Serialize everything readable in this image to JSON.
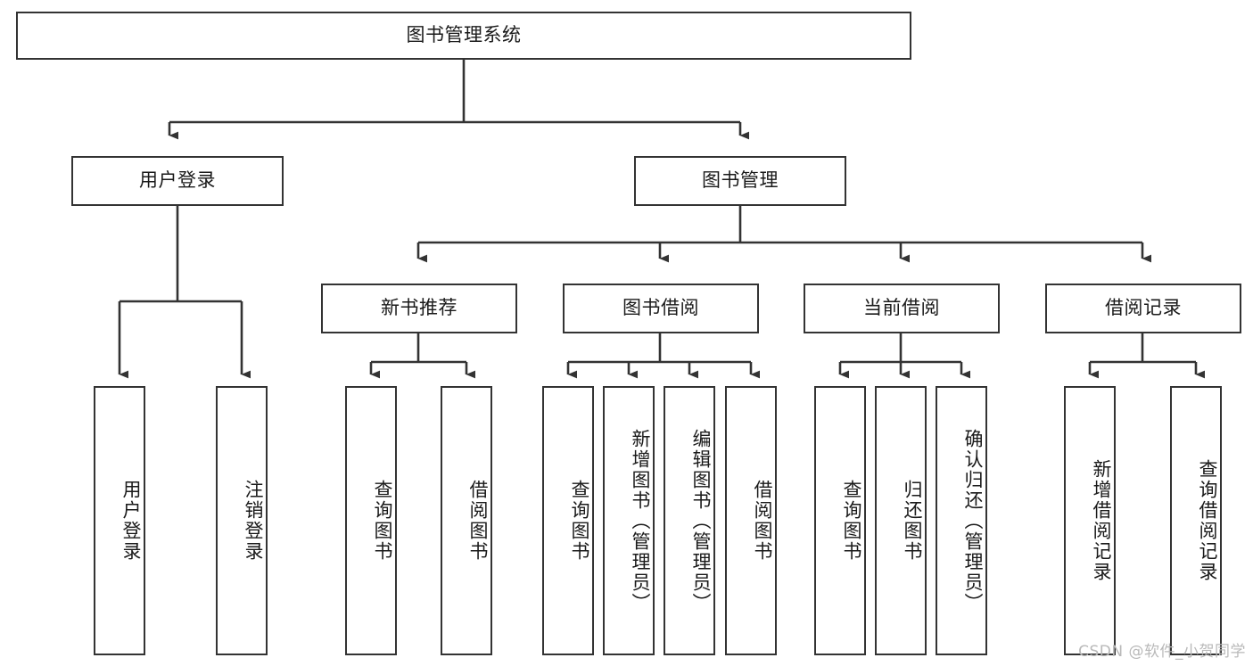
{
  "diagram": {
    "type": "tree",
    "title": "图书管理系统",
    "watermark": "CSDN @软件_小贺同学",
    "colors": {
      "box_border": "#333333",
      "box_fill": "#ffffff",
      "connector": "#333333",
      "text": "#1a1a1a",
      "watermark": "#b9b9b9",
      "background": "#ffffff"
    },
    "nodes": {
      "root": {
        "label": "图书管理系统"
      },
      "level2": [
        {
          "label": "用户登录"
        },
        {
          "label": "图书管理"
        }
      ],
      "level3": [
        {
          "label": "新书推荐"
        },
        {
          "label": "图书借阅"
        },
        {
          "label": "当前借阅"
        },
        {
          "label": "借阅记录"
        }
      ],
      "leaves_user_login": [
        {
          "label": "用户登录"
        },
        {
          "label": "注销登录"
        }
      ],
      "leaves_new_books": [
        {
          "label": "查询图书"
        },
        {
          "label": "借阅图书"
        }
      ],
      "leaves_borrow": [
        {
          "label": "查询图书"
        },
        {
          "label": "新增图书（管理员）"
        },
        {
          "label": "编辑图书（管理员）"
        },
        {
          "label": "借阅图书"
        }
      ],
      "leaves_current": [
        {
          "label": "查询图书"
        },
        {
          "label": "归还图书"
        },
        {
          "label": "确认归还（管理员）"
        }
      ],
      "leaves_records": [
        {
          "label": "新增借阅记录"
        },
        {
          "label": "查询借阅记录"
        }
      ]
    }
  }
}
